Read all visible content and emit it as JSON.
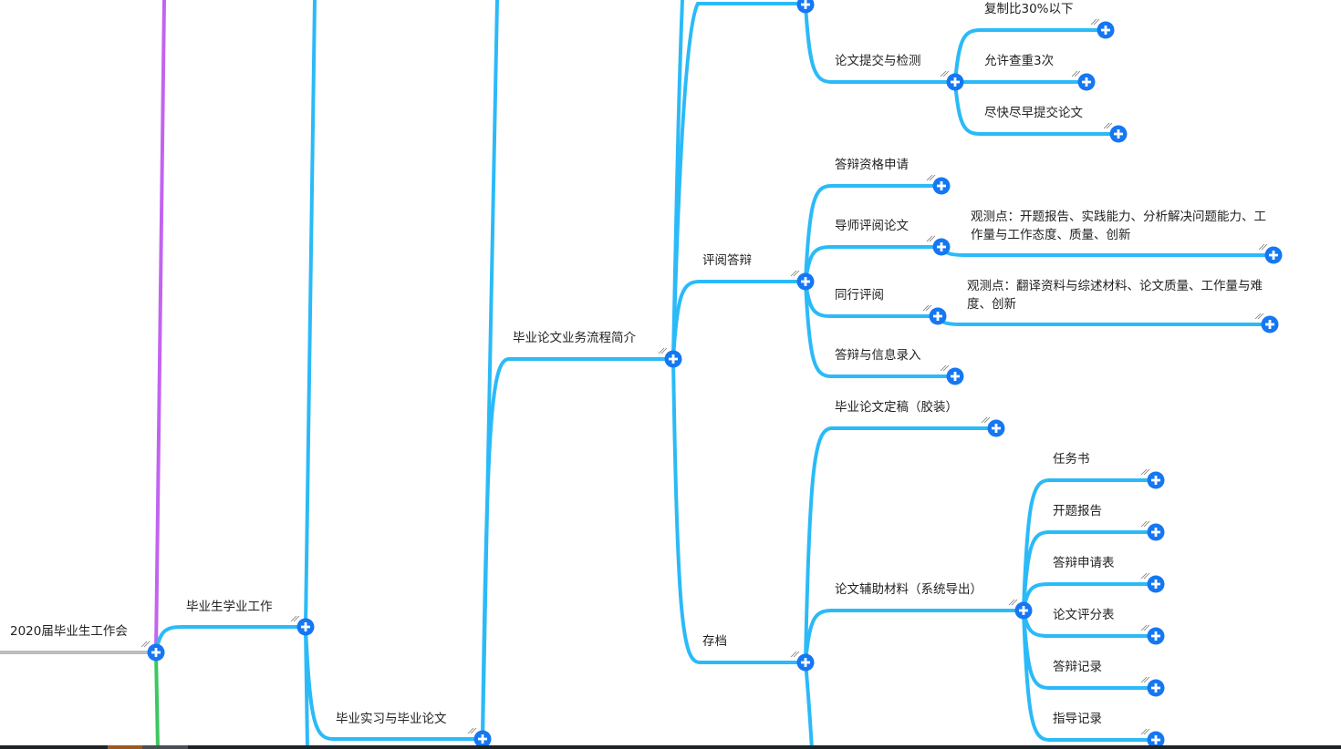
{
  "colors": {
    "root_line": "#bdbdbd",
    "purple_branch": "#c264f0",
    "green_branch": "#3cc760",
    "blue_branch": "#2bbaf8",
    "expand_button": "#1577f2"
  },
  "nodes": {
    "root": "2020届毕业生工作会",
    "xueye": "毕业生学业工作",
    "shixi": "毕业实习与毕业论文",
    "liucheng": "毕业论文业务流程简介",
    "tijiao": "论文提交与检测",
    "fuzhibi": "复制比30%以下",
    "chachong": "允许查重3次",
    "jinkuai": "尽快尽早提交论文",
    "pingyue": "评阅答辩",
    "zige": "答辩资格申请",
    "daoshi": "导师评阅论文",
    "guance1": "观测点：开题报告、实践能力、分析解决问题能力、工作量与工作态度、质量、创新",
    "tonghang": "同行评阅",
    "guance2": "观测点：翻译资料与综述材料、论文质量、工作量与难度、创新",
    "luru": "答辩与信息录入",
    "cundang": "存档",
    "dinggao": "毕业论文定稿（胶装）",
    "fuzhu": "论文辅助材料（系统导出）",
    "renwushu": "任务书",
    "kaiti": "开题报告",
    "shenqing": "答辩申请表",
    "pingfen": "论文评分表",
    "jilu": "答辩记录",
    "zhidao": "指导记录"
  }
}
